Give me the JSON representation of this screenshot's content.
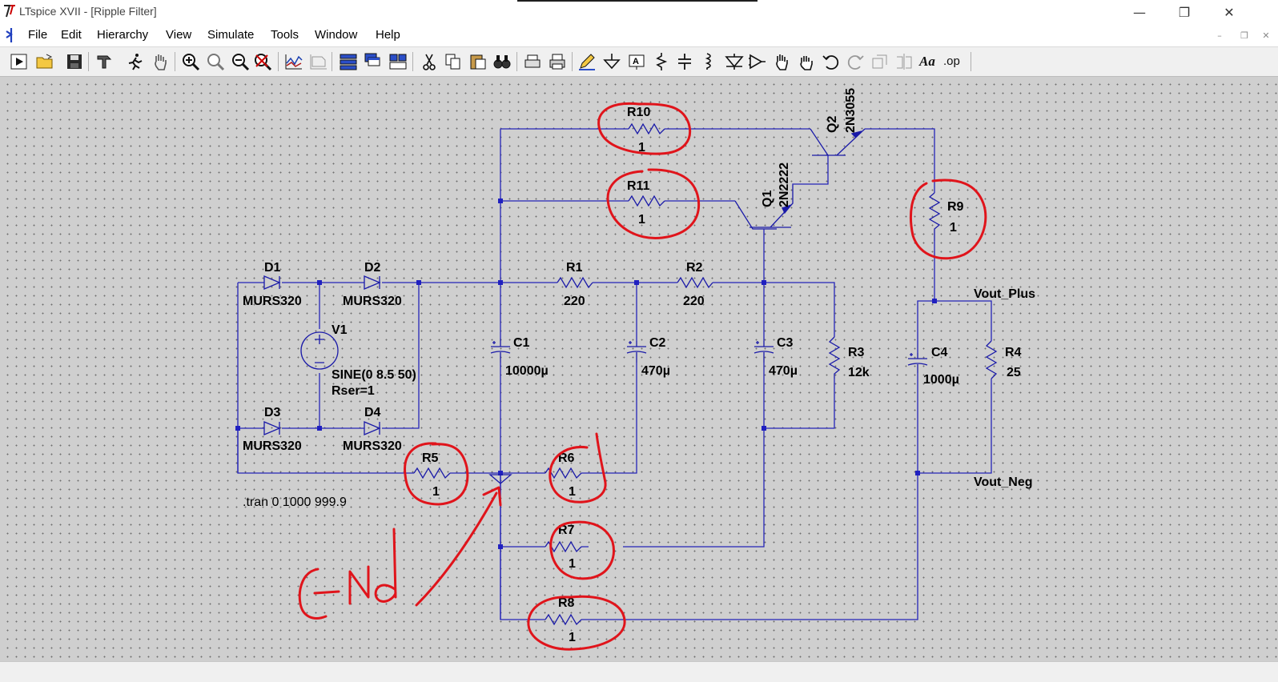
{
  "window": {
    "title": "LTspice XVII - [Ripple Filter]",
    "minimize_glyph": "—",
    "maximize_glyph": "❐",
    "close_glyph": "✕"
  },
  "menu": {
    "items": [
      {
        "label": "File"
      },
      {
        "label": "Edit"
      },
      {
        "label": "Hierarchy"
      },
      {
        "label": "View"
      },
      {
        "label": "Simulate"
      },
      {
        "label": "Tools"
      },
      {
        "label": "Window"
      },
      {
        "label": "Help"
      }
    ],
    "mdi_minimize": "–",
    "mdi_restore": "❐",
    "mdi_close": "✕"
  },
  "toolbar": {
    "buttons": [
      "run-icon",
      "open-icon",
      "save-icon",
      "hammer-icon",
      "run-man-icon",
      "pan-hand-icon",
      "zoom-in-icon",
      "zoom-fit-icon",
      "zoom-out-icon",
      "zoom-cancel-icon",
      "waveform-icon",
      "waveform-dim-icon",
      "tile-horizontal-icon",
      "cascade-icon",
      "tile-vertical-icon",
      "cut-icon",
      "copy-icon",
      "paste-icon",
      "find-icon",
      "print-setup-icon",
      "print-icon",
      "wire-pencil-icon",
      "ground-icon",
      "label-net-icon",
      "resistor-icon",
      "capacitor-icon",
      "inductor-icon",
      "diode-icon",
      "component-icon",
      "move-hand-icon",
      "drag-hand-icon",
      "undo-icon",
      "redo-icon",
      "rotate-icon",
      "mirror-icon",
      "text-icon",
      "spice-directive-icon"
    ],
    "text_glyph": "Aa",
    "op_glyph": ".op"
  },
  "schematic": {
    "components": {
      "D1": {
        "name": "D1",
        "model": "MURS320"
      },
      "D2": {
        "name": "D2",
        "model": "MURS320"
      },
      "D3": {
        "name": "D3",
        "model": "MURS320"
      },
      "D4": {
        "name": "D4",
        "model": "MURS320"
      },
      "V1": {
        "name": "V1",
        "value": "SINE(0 8.5 50)",
        "param": "Rser=1"
      },
      "R1": {
        "name": "R1",
        "value": "220"
      },
      "R2": {
        "name": "R2",
        "value": "220"
      },
      "R3": {
        "name": "R3",
        "value": "12k"
      },
      "R4": {
        "name": "R4",
        "value": "25"
      },
      "R5": {
        "name": "R5",
        "value": "1"
      },
      "R6": {
        "name": "R6",
        "value": "1"
      },
      "R7": {
        "name": "R7",
        "value": "1"
      },
      "R8": {
        "name": "R8",
        "value": "1"
      },
      "R9": {
        "name": "R9",
        "value": "1"
      },
      "R10": {
        "name": "R10",
        "value": "1"
      },
      "R11": {
        "name": "R11",
        "value": "1"
      },
      "C1": {
        "name": "C1",
        "value": "10000µ"
      },
      "C2": {
        "name": "C2",
        "value": "470µ"
      },
      "C3": {
        "name": "C3",
        "value": "470µ"
      },
      "C4": {
        "name": "C4",
        "value": "1000µ"
      },
      "Q1": {
        "name": "Q1",
        "model": "2N2222"
      },
      "Q2": {
        "name": "Q2",
        "model": "2N3055"
      }
    },
    "nets": {
      "vout_plus": "Vout_Plus",
      "vout_neg": "Vout_Neg"
    },
    "directive": ".tran 0 1000 999.9",
    "annotation_color": "#e0141b",
    "wire_color": "#2525b8"
  }
}
